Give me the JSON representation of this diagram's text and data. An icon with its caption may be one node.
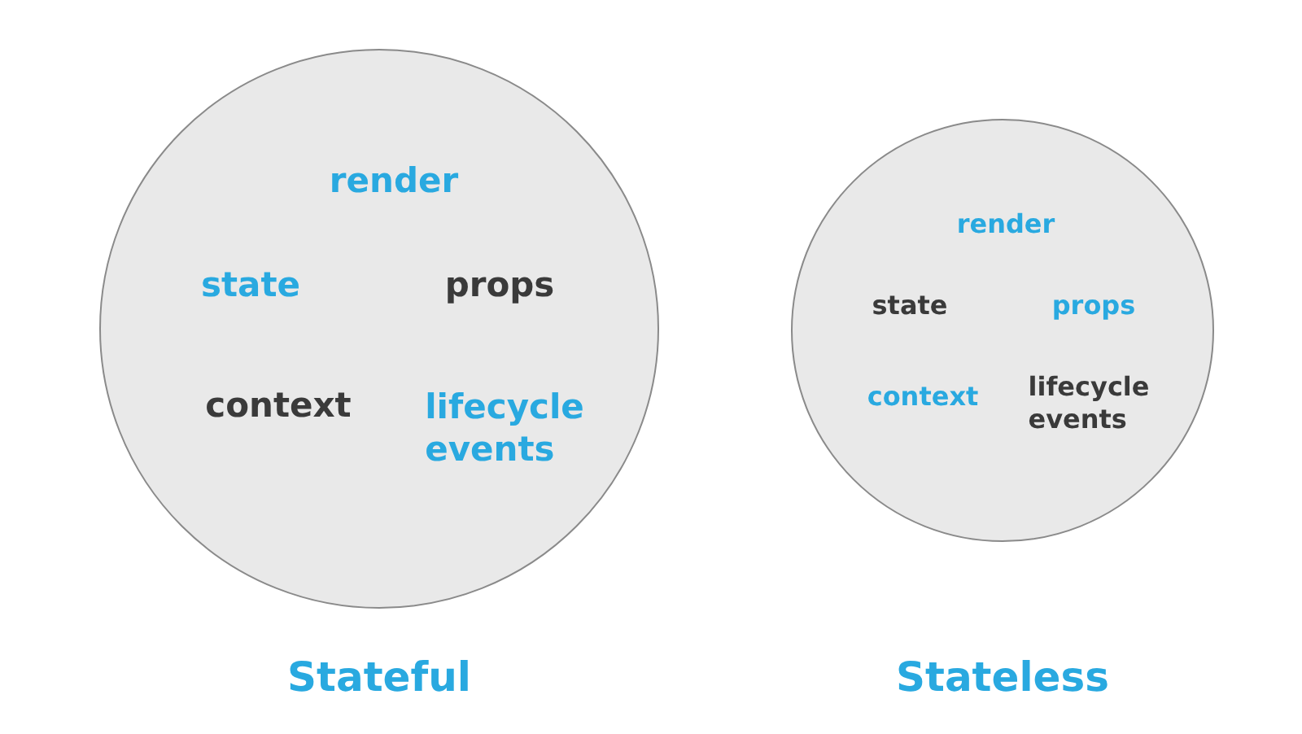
{
  "diagram": {
    "nodes": [
      {
        "text": [
          "render",
          "state",
          "props",
          "context",
          "lifecycle events"
        ],
        "beside": [
          "Stateful"
        ]
      },
      {
        "text": [
          "render",
          "state",
          "props",
          "context",
          "lifecycle events"
        ],
        "beside": [
          "Stateless"
        ]
      }
    ]
  }
}
